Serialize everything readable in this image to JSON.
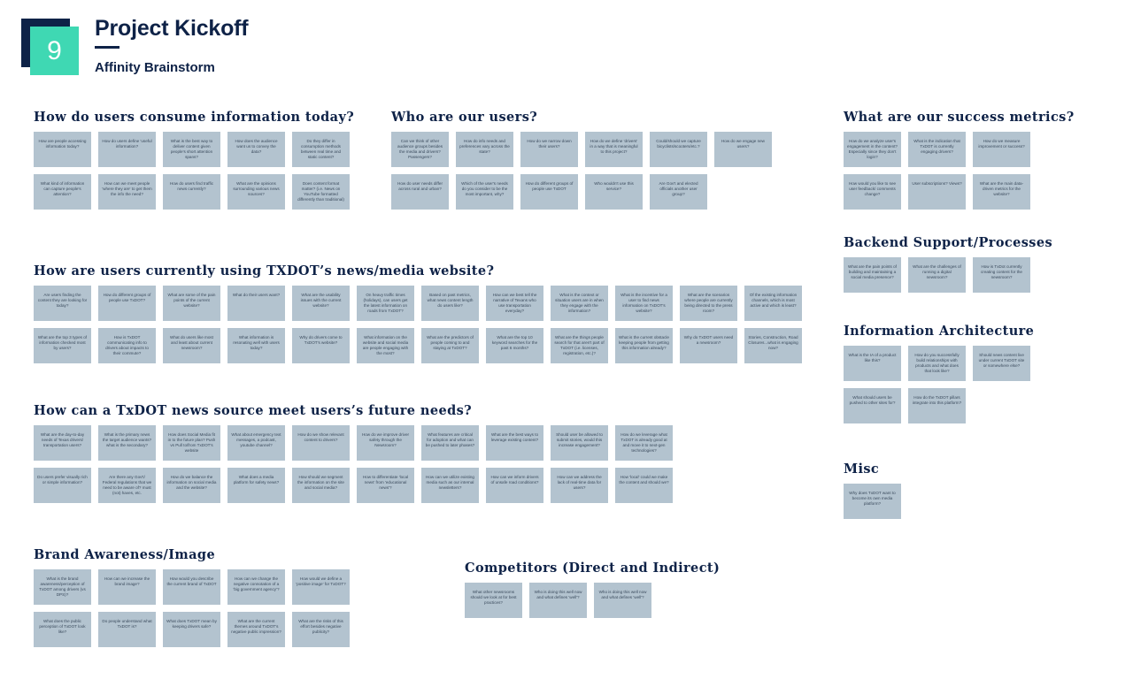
{
  "header": {
    "badge_number": "9",
    "title": "Project Kickoff",
    "subtitle": "Affinity Brainstorm"
  },
  "colors": {
    "navy": "#0e2247",
    "teal": "#3fd8b3",
    "note": "#b3c3cf"
  },
  "groups": [
    {
      "id": "consume",
      "title": "How do users consume information today?",
      "notes": [
        "How are people accessing information today?",
        "How do users define 'useful information?",
        "What is the best way to deliver content given people's short attention spans?",
        "How does the audience want us to convey the data?",
        "Do they differ in consumption methods between real time and static content?",
        "What kind of information can capture people's attention?",
        "How can we meet people 'where they are' to get them the info the need?",
        "How do users find traffic news currently?",
        "What are the opinions surrounding various news sources?",
        "Does content format matter? (i.e. News on YouTube formatted differently than traditional)"
      ]
    },
    {
      "id": "users",
      "title": "Who are our users?",
      "notes": [
        "Can we think of other audience groups besides the media and drivers? Passengers?",
        "How do info needs and preferences vary across the state?",
        "How do we narrow down their users?",
        "How do we define 'drivers' in a way that is meaningful to this project?",
        "Could/should we capture bicyclists/scooters/etc.?",
        "How do we engage new users?",
        "How do user needs differ across rural and urban?",
        "Which of the user's needs do you consider to be the most important, why?",
        "How do different groups of people use TxDOT",
        "Who wouldn't use this service?",
        "Are Gov't and elected officials another user group?"
      ]
    },
    {
      "id": "metrics",
      "title": "What are our success metrics?",
      "notes": [
        "How do we analyze user's engagement in the content? Especially since they don't login?",
        "What is the indication that TxDOT is currently engaging drivers?",
        "How do we measure improvement or success?",
        "How would you like to see user feedback/ comments change?",
        "User subscriptions? Views?",
        "What are the main data-driven metrics for the website?"
      ]
    },
    {
      "id": "usage",
      "title": "How are users currently using TXDOT’s news/media website?",
      "notes": [
        "Are users finding the content they are looking for today?",
        "How do different groups of people use TxDOT?",
        "What are some of the pain points of the current website?",
        "What do their users want?",
        "What are the usability issues with the current website?",
        "On heavy traffic times (holidays), can users get the latest information on roads from TxDOT?",
        "Based on past metrics, what news content length do users like?",
        "How can we best tell the narrative of Texans who use transportation everyday?",
        "What is the context or situation users are in when they engage with the information?",
        "What is the incentive for a user to find news information on TxDOT's website?",
        "What are the scenarios where people are currently being directed to the press room?",
        "Of the existing information channels, which is most active and which is least?",
        "What are the top 3 types of information checked most by users?",
        "How is TxDOT communicating info to drivers about impacts to their commute?",
        "What do users like most and least about current newsroom?",
        "What information is resonating well with users today?",
        "Why do drivers come to TxDOT's website?",
        "What information on the website and social media are people engaging with the most?",
        "What are the predictors of people coming to and staying at TxDOT?",
        "What are the top 10 keyword searches for the past 6 months?",
        "What are the things people search for that aren't part of TxDOT (i.e. licenses, registration, etc.)?",
        "What is the current obstacle keeping people from getting this information already?",
        "Why do TxDOT users need a newsroom?",
        "Stories, Construction, Road Closures...what is engaging now?"
      ]
    },
    {
      "id": "backend",
      "title": "Backend Support/Processes",
      "notes": [
        "What are the pain points of building and maintaining a social media presence?",
        "What are the challenges of running a digital newsroom?",
        "How is TxDot currently creating content for the newsroom?"
      ]
    },
    {
      "id": "ia",
      "title": "Information Architecture",
      "notes": [
        "What is the IA of a product like this?",
        "How do you successfully build relationships with products and what does that look like?",
        "Should news content live under current TxDOT site or somewhere else?",
        "What should users be pushed to other sites for?",
        "How do the TxDOT pillars integrate into this platform?"
      ]
    },
    {
      "id": "future",
      "title": "How can a TxDOT news source meet users’s future needs?",
      "notes": [
        "What are the day-to-day needs of Texas drivers/ transportation users?",
        "What is the primary news the target audience wants? what is the secondary?",
        "How does Social Media fit in to the future plan? Push vs Pull to/from TxDOT's website",
        "What about emergency text messages, a podcast, youtube channel?",
        "How do we show relevant content to drivers?",
        "How do we improve driver safety through the Newsroom?",
        "What features are critical for adoption and what can be pushed to later phases?",
        "What are the best ways to leverage existing content?",
        "Should user be allowed to submit stories, would this increase engagement?",
        "How do we leverage what TxDOT is already good at and move it to next-gen technologies?",
        "Do users prefer visually rich or simple information?",
        "Are there any Gov't/ Federal regulations that we need to be aware of? must (not) haves, etc.",
        "How do we balance the information on social media and the website?",
        "What does a media platform for safety news?",
        "How should we segment the information on the site and social media?",
        "How to differentiate 'local news' from 'educational news'?",
        "How can we utilize existing media such as our internal newsletters?",
        "How can we inform drivers of unsafe road conditions?",
        "How can we address the lack of real-time data for users?",
        "How 'local' could we make the content and should we?"
      ]
    },
    {
      "id": "misc",
      "title": "Misc",
      "notes": [
        "Why does TxDOT want to become its own media platform?"
      ]
    },
    {
      "id": "brand",
      "title": "Brand Awareness/Image",
      "notes": [
        "What is the brand awareness/perception of TxDOT among drivers (vs DPS)?",
        "How can we increase the brand image?",
        "How would you describe the current brand of TxDOT",
        "How can we change the negative connotation of a 'big government agency'?",
        "How would we define a 'positive image' for TxDOT?",
        "What does the public perception of TxDOT look like?",
        "Do people understand what TxDOT is?",
        "What does TxDOT mean by keeping drivers safe?",
        "What are the current themes around TxDOT's negative public impression?",
        "What are the risks of this effort besides negative publicity?"
      ]
    },
    {
      "id": "competitors",
      "title": "Competitors (Direct and Indirect)",
      "notes": [
        "What other newsrooms should we look at for best practices?",
        "Who is doing this well now and what defines 'well'?",
        "Who is doing this well now and what defines 'well'?"
      ]
    }
  ]
}
